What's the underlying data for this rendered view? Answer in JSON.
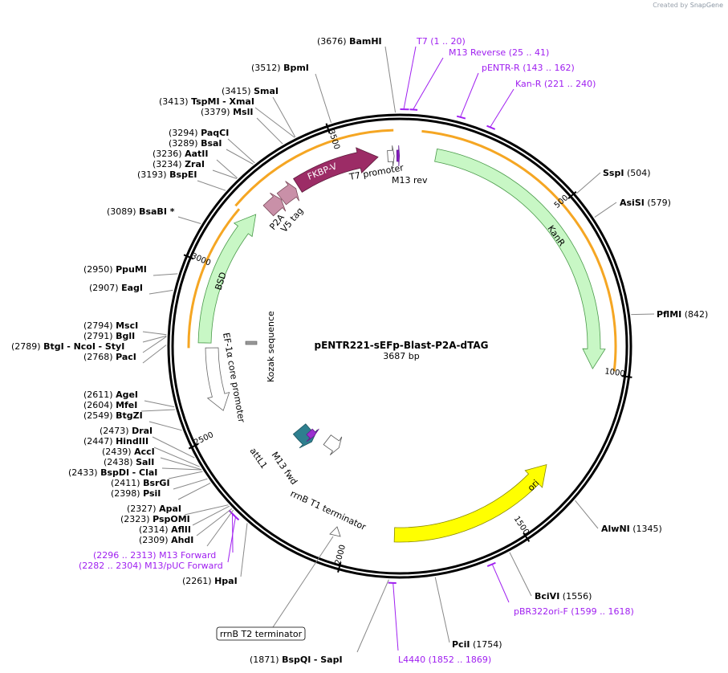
{
  "credit": {
    "prefix": "Created by",
    "brand": "SnapGene"
  },
  "plasmid": {
    "name": "pENTR221-sEFp-Blast-P2A-dTAG",
    "length_label": "3687 bp"
  },
  "ticks": [
    "500",
    "1000",
    "1500",
    "2000",
    "2500",
    "3000",
    "3500"
  ],
  "enzymes": [
    {
      "pos": "(3676)",
      "name": "BamHI"
    },
    {
      "pos": "(3512)",
      "name": "BpmI"
    },
    {
      "pos": "(3415)",
      "name": "SmaI"
    },
    {
      "pos": "(3413)",
      "name": "TspMI",
      "extra": "- XmaI"
    },
    {
      "pos": "(3379)",
      "name": "MslI"
    },
    {
      "pos": "(3294)",
      "name": "PaqCI"
    },
    {
      "pos": "(3289)",
      "name": "BsaI"
    },
    {
      "pos": "(3236)",
      "name": "AatII"
    },
    {
      "pos": "(3234)",
      "name": "ZraI"
    },
    {
      "pos": "(3193)",
      "name": "BspEI"
    },
    {
      "pos": "(3089)",
      "name": "BsaBI *"
    },
    {
      "pos": "(2950)",
      "name": "PpuMI"
    },
    {
      "pos": "(2907)",
      "name": "EagI"
    },
    {
      "pos": "(2794)",
      "name": "MscI"
    },
    {
      "pos": "(2791)",
      "name": "BglI"
    },
    {
      "pos": "(2789)",
      "name": "BtgI",
      "extra": "- NcoI",
      "extra2": "- StyI"
    },
    {
      "pos": "(2768)",
      "name": "PacI"
    },
    {
      "pos": "(2611)",
      "name": "AgeI"
    },
    {
      "pos": "(2604)",
      "name": "MfeI"
    },
    {
      "pos": "(2549)",
      "name": "BtgZI"
    },
    {
      "pos": "(2473)",
      "name": "DraI"
    },
    {
      "pos": "(2447)",
      "name": "HindIII"
    },
    {
      "pos": "(2439)",
      "name": "AccI"
    },
    {
      "pos": "(2438)",
      "name": "SalI"
    },
    {
      "pos": "(2433)",
      "name": "BspDI",
      "extra": "- ClaI"
    },
    {
      "pos": "(2411)",
      "name": "BsrGI"
    },
    {
      "pos": "(2398)",
      "name": "PsiI"
    },
    {
      "pos": "(2327)",
      "name": "ApaI"
    },
    {
      "pos": "(2323)",
      "name": "PspOMI"
    },
    {
      "pos": "(2314)",
      "name": "AflII"
    },
    {
      "pos": "(2309)",
      "name": "AhdI"
    },
    {
      "pos": "(2261)",
      "name": "HpaI"
    },
    {
      "pos": "(1871)",
      "name": "BspQI",
      "extra": "- SapI"
    },
    {
      "pos": "(504)",
      "name": "SspI"
    },
    {
      "pos": "(579)",
      "name": "AsiSI"
    },
    {
      "pos": "(842)",
      "name": "PflMI"
    },
    {
      "pos": "(1345)",
      "name": "AlwNI"
    },
    {
      "pos": "(1556)",
      "name": "BciVI"
    },
    {
      "pos": "(1754)",
      "name": "PciI"
    }
  ],
  "primers": [
    {
      "name": "T7",
      "range": "(1 .. 20)"
    },
    {
      "name": "M13 Reverse",
      "range": "(25 .. 41)"
    },
    {
      "name": "pENTR-R",
      "range": "(143 .. 162)"
    },
    {
      "name": "Kan-R",
      "range": "(221 .. 240)"
    },
    {
      "name": "pBR322ori-F",
      "range": "(1599 .. 1618)"
    },
    {
      "name": "L4440",
      "range": "(1852 .. 1869)"
    },
    {
      "name": "M13 Forward",
      "range": "(2296 .. 2313)"
    },
    {
      "name": "M13/pUC Forward",
      "range": "(2282 .. 2304)"
    }
  ],
  "features": [
    {
      "name": "FKBP-V"
    },
    {
      "name": "T7 promoter"
    },
    {
      "name": "M13 rev"
    },
    {
      "name": "KanR"
    },
    {
      "name": "ori"
    },
    {
      "name": "BSD"
    },
    {
      "name": "P2A"
    },
    {
      "name": "V5 tag"
    },
    {
      "name": "Kozak sequence"
    },
    {
      "name": "EF-1α core promoter"
    },
    {
      "name": "attL1"
    },
    {
      "name": "M13 fwd"
    },
    {
      "name": "rrnB T1 terminator"
    },
    {
      "name": "rrnB T2 terminator"
    }
  ],
  "colors": {
    "primer": "#a020f0",
    "orf": "#f5a623",
    "kanr": "#c8f7c5",
    "ori": "#ffff00",
    "fkbp": "#9c2c66",
    "p2a": "#c990a8",
    "attl1": "#2e7f8f"
  }
}
